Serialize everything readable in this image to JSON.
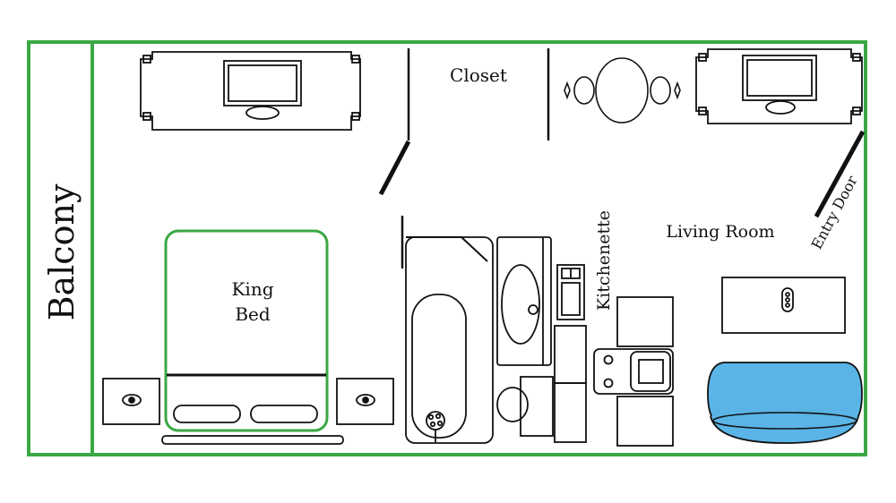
{
  "labels": {
    "balcony": "Balcony",
    "closet": "Closet",
    "king_bed_line1": "King",
    "king_bed_line2": "Bed",
    "kitchenette": "Kitchenette",
    "living_room": "Living Room",
    "entry_door": "Entry Door"
  },
  "colors": {
    "outline": "#3aa843",
    "line": "#111111",
    "sofa": "#5ab4e6",
    "background": "#ffffff"
  }
}
